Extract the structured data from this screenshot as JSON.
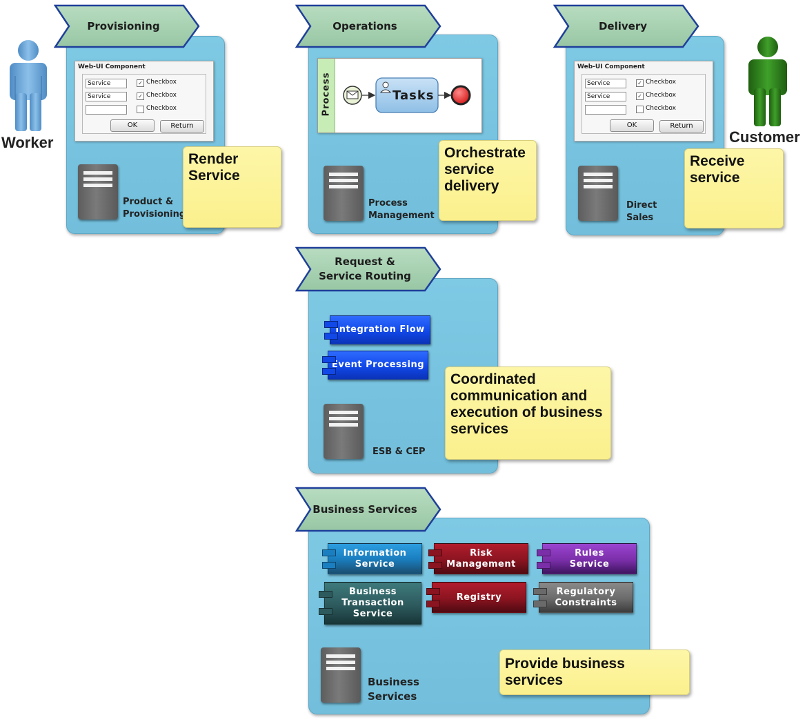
{
  "actors": {
    "worker": {
      "label": "Worker",
      "color": "#6aa6d6"
    },
    "customer": {
      "label": "Customer",
      "color": "#2e7d1a"
    }
  },
  "webui": {
    "title": "Web-UI Component",
    "field1": "Service",
    "field2": "Service",
    "checkbox_label": "Checkbox",
    "ok": "OK",
    "return": "Return"
  },
  "provisioning": {
    "tab": "Provisioning",
    "note": "Render Service",
    "server_label": "Product &\nProvisioning"
  },
  "operations": {
    "tab": "Operations",
    "pool_label": "Process",
    "task_label": "Tasks",
    "note": "Orchestrate service delivery",
    "server_label": "Process\nManagement"
  },
  "delivery": {
    "tab": "Delivery",
    "note": "Receive service",
    "server_label": "Direct\nSales"
  },
  "routing": {
    "tab": "Request &\nService Routing",
    "integration_flow": "Integration Flow",
    "event_processing": "Event Processing",
    "note": "Coordinated communication and execution of business services",
    "server_label": "ESB & CEP"
  },
  "business": {
    "tab": "Business Services",
    "information_service": "Information\nService",
    "risk_management": "Risk\nManagement",
    "rules_service": "Rules\nService",
    "business_transaction_service": "Business\nTransaction\nService",
    "registry": "Registry",
    "regulatory_constraints": "Regulatory\nConstraints",
    "note": "Provide business services",
    "server_label": "Business\nServices"
  },
  "colors": {
    "panel": "#7ec9e4",
    "tab_fill": "#a9d2b4",
    "tab_stroke": "#1f3f9a",
    "note": "#fbf08d",
    "blue_comp": "#1148e8",
    "info_comp": "#1a7fc0",
    "risk_comp": "#8a1420",
    "rules_comp": "#7a2ea8",
    "bts_comp": "#2d5a5d",
    "registry_comp": "#8a1420",
    "regulatory_comp": "#6a6a6a"
  }
}
